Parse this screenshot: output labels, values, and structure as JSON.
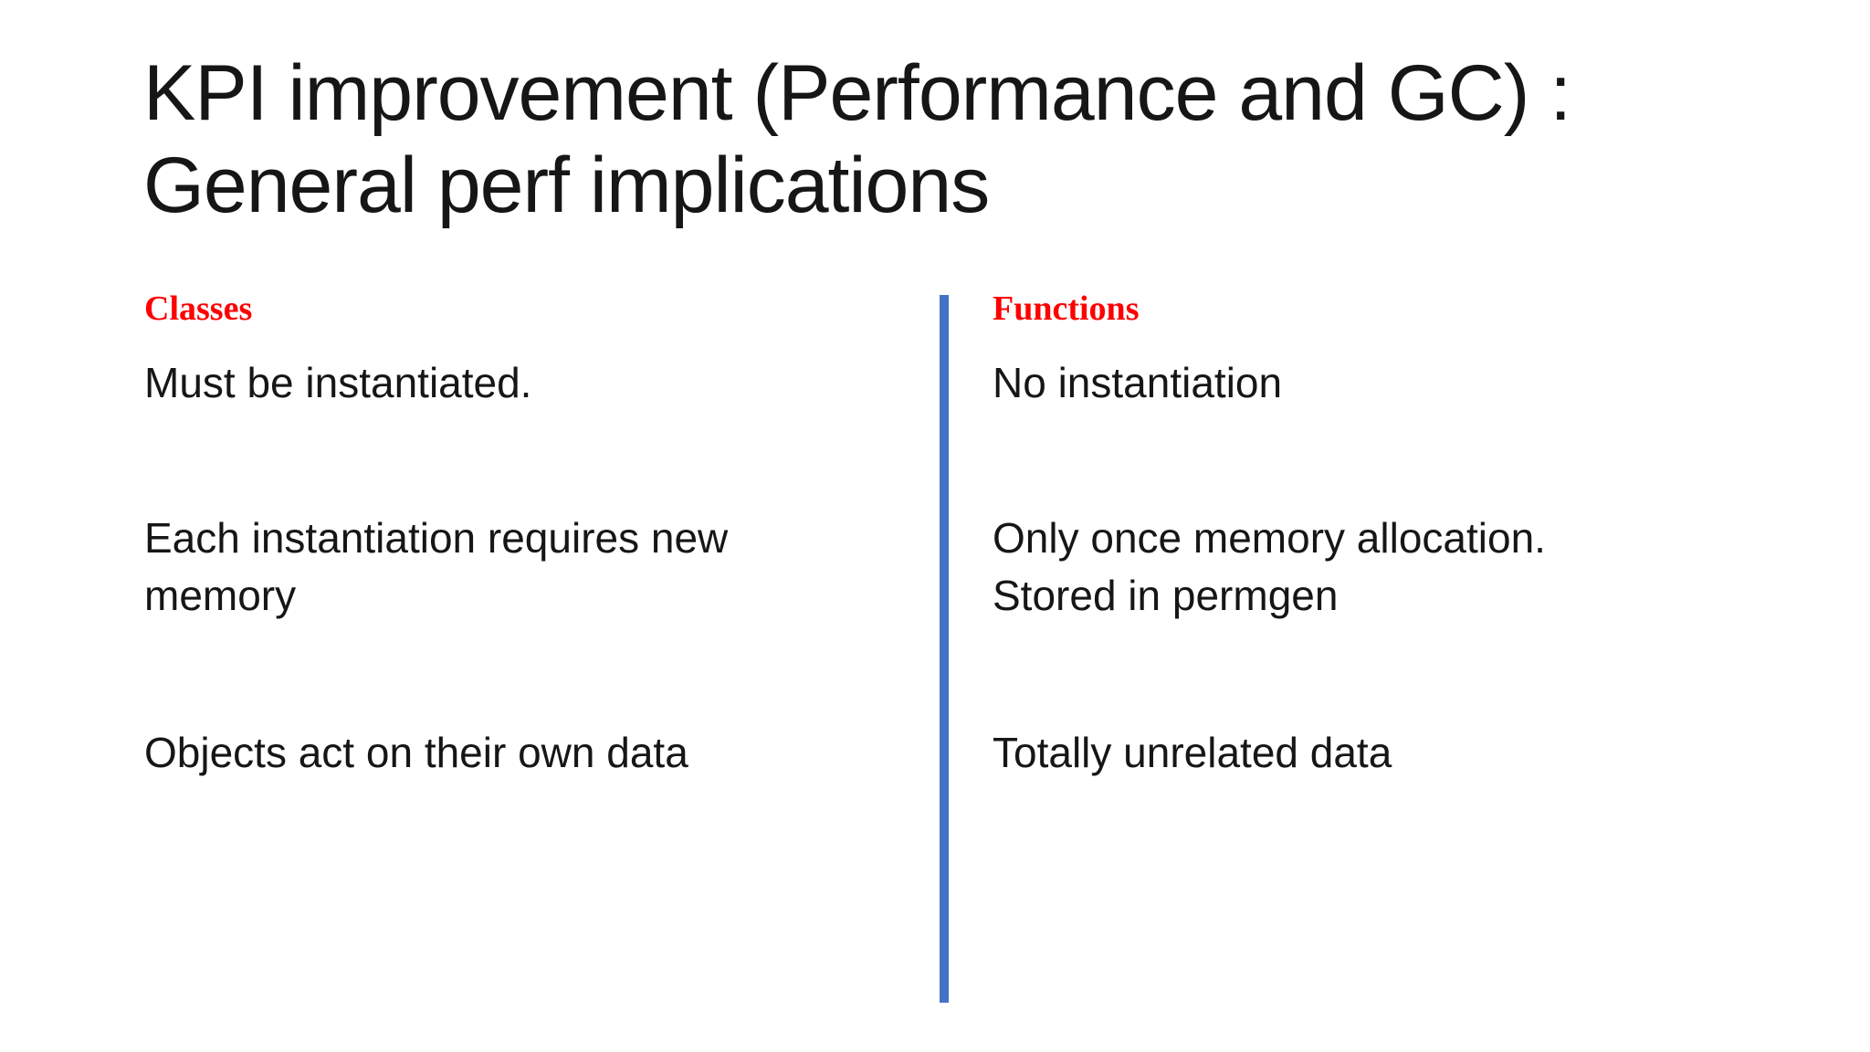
{
  "slide": {
    "title": "KPI improvement (Performance and GC) :\nGeneral perf implications",
    "columns": [
      {
        "header": "Classes",
        "items": [
          "Must be instantiated.",
          "Each instantiation requires new\nmemory",
          "Objects act on their own data"
        ]
      },
      {
        "header": "Functions",
        "items": [
          "No instantiation",
          "Only once memory allocation.\nStored in permgen",
          "Totally unrelated data"
        ]
      }
    ],
    "colors": {
      "header": "#ff0000",
      "divider": "#4472c4",
      "text": "#161616",
      "bg": "#ffffff"
    }
  }
}
